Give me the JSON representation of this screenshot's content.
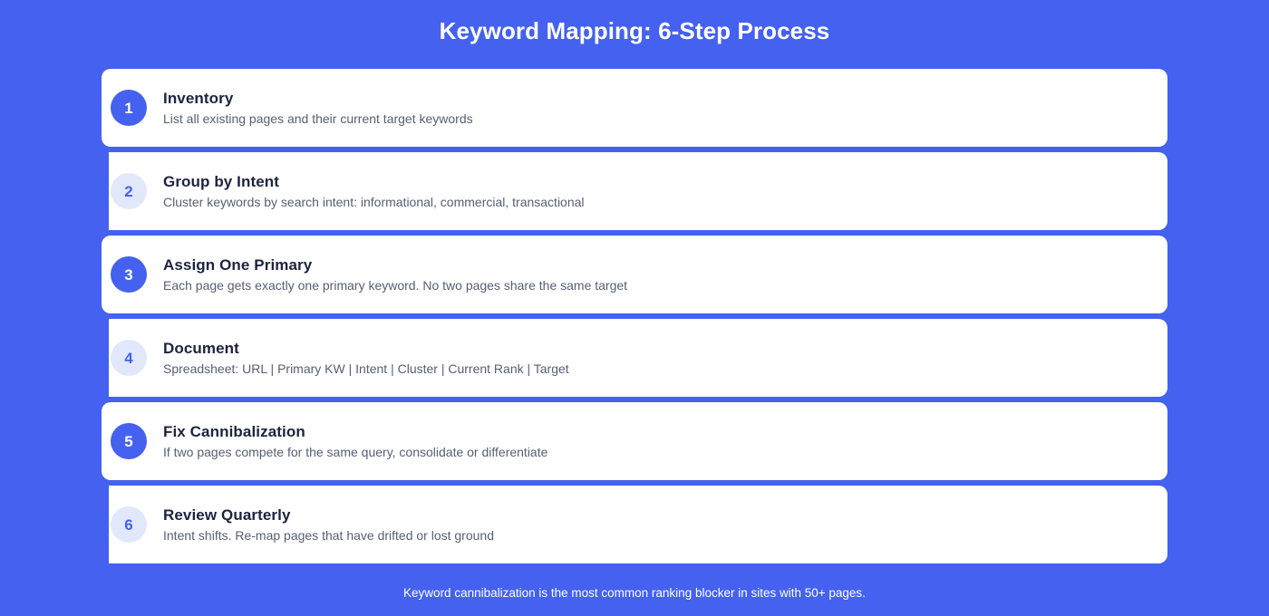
{
  "header": {
    "title": "Keyword Mapping: 6-Step Process"
  },
  "theme": {
    "background": "#4461f0",
    "card_background": "#ffffff",
    "badge_active_bg": "#4461f0",
    "badge_active_text": "#ffffff",
    "badge_muted_bg": "#e2e8fb",
    "badge_muted_text": "#4461f0",
    "title_color": "#1b2340",
    "desc_color": "#555f73",
    "footnote_color": "#ffffff"
  },
  "steps": [
    {
      "number": "1",
      "title": "Inventory",
      "desc": "List all existing pages and their current target keywords"
    },
    {
      "number": "2",
      "title": "Group by Intent",
      "desc": "Cluster keywords by search intent: informational, commercial, transactional"
    },
    {
      "number": "3",
      "title": "Assign One Primary",
      "desc": "Each page gets exactly one primary keyword. No two pages share the same target"
    },
    {
      "number": "4",
      "title": "Document",
      "desc": "Spreadsheet: URL | Primary KW | Intent | Cluster | Current Rank | Target"
    },
    {
      "number": "5",
      "title": "Fix Cannibalization",
      "desc": "If two pages compete for the same query, consolidate or differentiate"
    },
    {
      "number": "6",
      "title": "Review Quarterly",
      "desc": "Intent shifts. Re-map pages that have drifted or lost ground"
    }
  ],
  "footnote": {
    "text": "Keyword cannibalization is the most common ranking blocker in sites with 50+ pages."
  }
}
